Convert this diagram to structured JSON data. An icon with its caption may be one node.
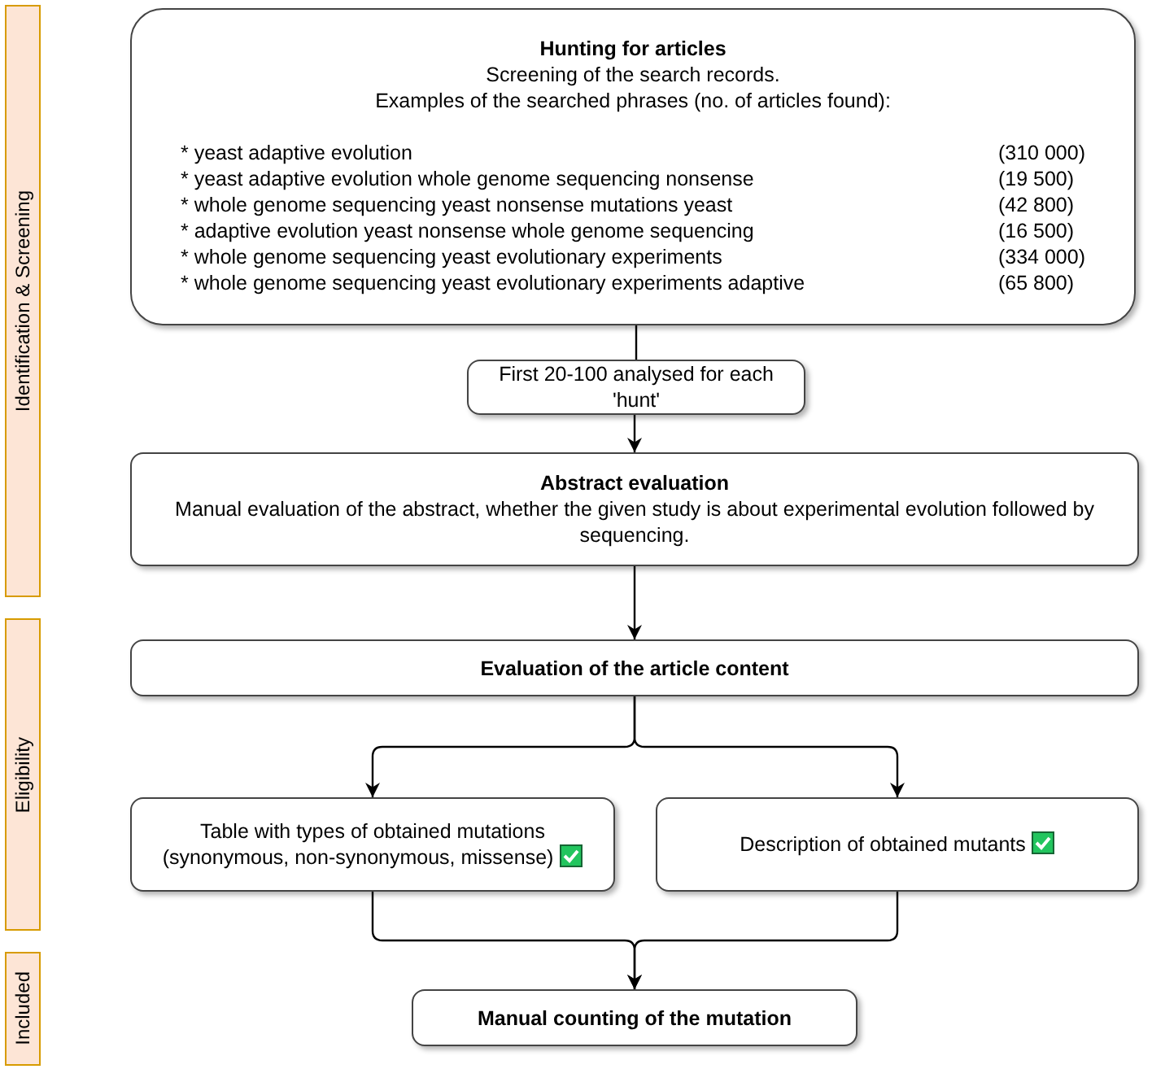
{
  "diagram": {
    "nodes": [
      {
        "text": [
          "Identification & Screening"
        ]
      },
      {
        "text": [
          "Eligibility"
        ]
      },
      {
        "text": [
          "Included"
        ]
      },
      {
        "text": [
          "Hunting for articles",
          "Screening of the search records.",
          "Examples of the searched phrases (no. of articles found):",
          "* yeast adaptive evolution",
          "(310 000)",
          "* yeast adaptive evolution whole genome sequencing nonsense",
          "(19 500)",
          "* whole genome sequencing yeast nonsense mutations yeast",
          "(42 800)",
          "* adaptive evolution yeast nonsense whole genome sequencing",
          "(16 500)",
          "* whole genome sequencing yeast evolutionary experiments",
          "(334 000)",
          "* whole genome sequencing yeast evolutionary experiments adaptive",
          "(65 800)"
        ]
      },
      {
        "text": [
          "First 20-100 analysed for each 'hunt'"
        ]
      },
      {
        "text": [
          "Abstract evaluation",
          "Manual evaluation of the abstract, whether the given study is about experimental evolution followed by sequencing."
        ]
      },
      {
        "text": [
          "Evaluation of the article content"
        ]
      },
      {
        "text": [
          "Table with types of obtained mutations (synonymous, non-synonymous, missense)"
        ]
      },
      {
        "text": [
          "Description of obtained mutants"
        ]
      },
      {
        "text": [
          "Manual counting of the mutation"
        ]
      }
    ],
    "edges": [
      {
        "from": 3,
        "to": 4,
        "arrow": "none"
      },
      {
        "from": 4,
        "to": 5,
        "arrow": "to"
      },
      {
        "from": 5,
        "to": 6,
        "arrow": "to"
      },
      {
        "from": 6,
        "to": 7,
        "arrow": "to"
      },
      {
        "from": 6,
        "to": 8,
        "arrow": "to"
      },
      {
        "from": 7,
        "to": 9,
        "arrow": "to"
      },
      {
        "from": 8,
        "to": 9,
        "arrow": "to"
      }
    ]
  }
}
